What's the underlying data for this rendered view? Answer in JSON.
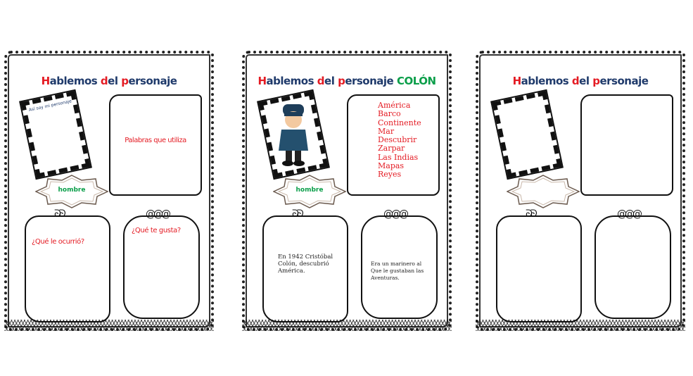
{
  "title": {
    "h": "H",
    "ablemos": "ablemos ",
    "d": "d",
    "el": "el ",
    "p": "p",
    "ersonaje": "ersonaje"
  },
  "sheets": [
    {
      "photo_label": "Así soy mi personaje",
      "words_label": "Palabras que utiliza",
      "name_label": "hombre",
      "question_left": "¿Qué le ocurrió?",
      "question_right": "¿Qué te gusta?"
    },
    {
      "character": "COLÓN",
      "words": [
        "América",
        "Barco",
        "Continente",
        "Mar",
        "Descubrir",
        "Zarpar",
        "Las Indias",
        "Mapas",
        "Reyes"
      ],
      "name_label": "hombre",
      "text_left": "En 1942 Cristóbal Colón, descubrió América.",
      "text_right": "Era un marinero al Que le gustaban las Aventuras."
    },
    {}
  ],
  "colors": {
    "red": "#e41b23",
    "navy": "#1f3a6b",
    "green": "#0a9e49"
  }
}
